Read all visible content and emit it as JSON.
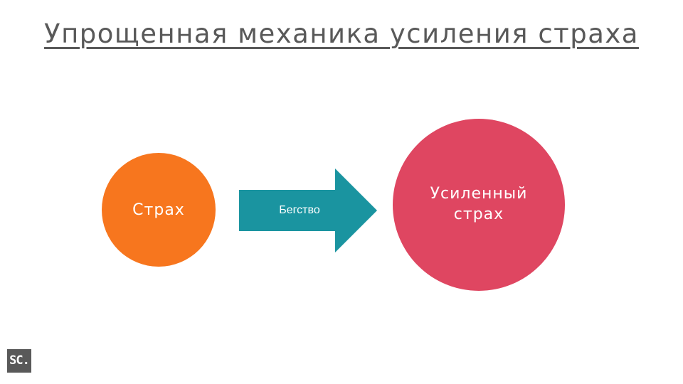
{
  "slide": {
    "title": "Упрощенная механика усиления страха",
    "logo_text": "SC."
  },
  "diagram": {
    "nodes": [
      {
        "id": "fear",
        "label": "Страх",
        "color": "#f7761e"
      },
      {
        "id": "amplified_fear",
        "label_line1": "Усиленный",
        "label_line2": "страх",
        "color": "#df4661"
      }
    ],
    "edge": {
      "from": "fear",
      "to": "amplified_fear",
      "label": "Бегство",
      "color": "#1a94a0"
    }
  },
  "colors": {
    "title": "#595959",
    "background": "#ffffff",
    "logo_bg": "#595959"
  }
}
